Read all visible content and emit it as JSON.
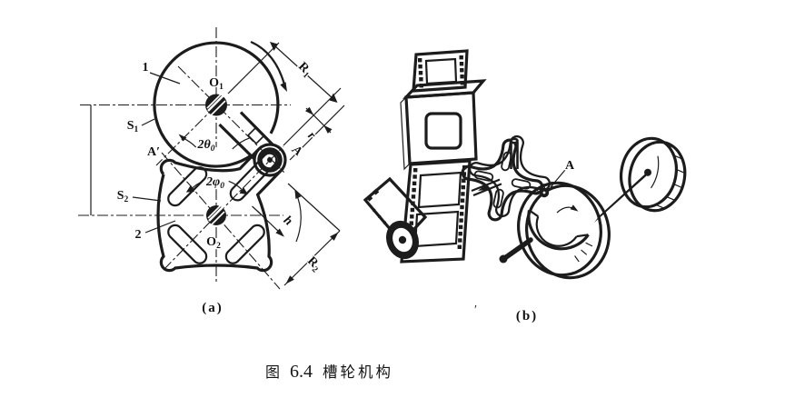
{
  "colors": {
    "ink": "#1c1c1c",
    "paper": "#ffffff"
  },
  "caption": {
    "fig_label": "图",
    "fig_number": "6.4",
    "title": "槽轮机构"
  },
  "part_a": {
    "caption": "(a)",
    "labels": {
      "driver_number": "1",
      "wheel_number": "2",
      "o1_base": "O",
      "o1_sub": "1",
      "o2_base": "O",
      "o2_sub": "2",
      "s1_base": "S",
      "s1_sub": "1",
      "s2_base": "S",
      "s2_sub": "2",
      "r1_base": "R",
      "r1_sub": "1",
      "r2_base": "R",
      "r2_sub": "2",
      "theta_base": "2θ",
      "theta_sub": "0",
      "phi_base": "2φ",
      "phi_sub": "0",
      "entry_point": "A′",
      "exit_point": "A",
      "roller_radius": "r",
      "slot_depth": "h"
    }
  },
  "part_b": {
    "caption": "(b)",
    "stray_tick": "′",
    "labels": {
      "pin": "A"
    }
  }
}
